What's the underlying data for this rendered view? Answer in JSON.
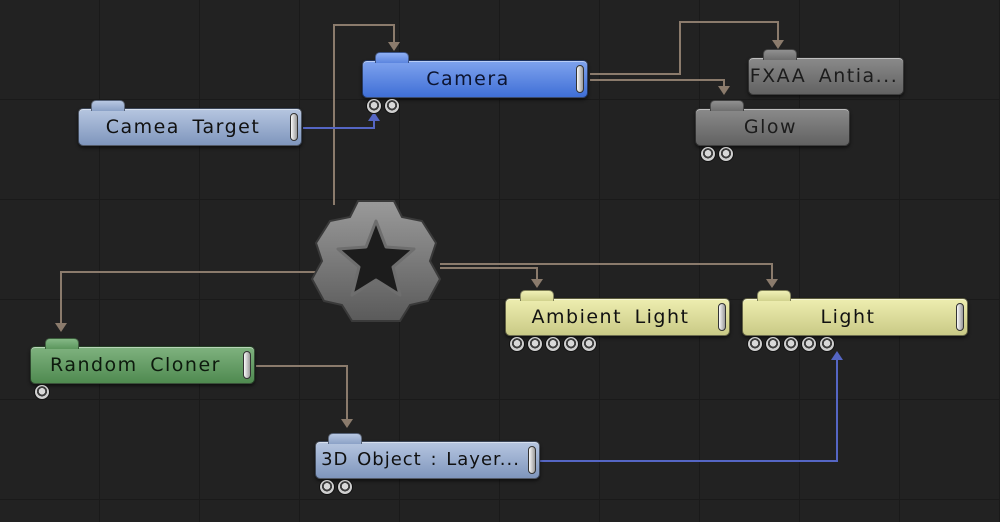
{
  "nodes": {
    "camera": {
      "label": "Camera",
      "port_count": 2
    },
    "camera_target": {
      "label": "Camea  Target"
    },
    "fxaa": {
      "label": "FXAA  Antia..."
    },
    "glow": {
      "label": "Glow",
      "port_count": 2
    },
    "ambient_light": {
      "label": "Ambient  Light",
      "port_count": 5
    },
    "light": {
      "label": "Light",
      "port_count": 5
    },
    "random_cloner": {
      "label": "Random  Cloner",
      "port_count": 1
    },
    "object_layer": {
      "label": "3D  Object  :  Layer...",
      "port_count": 2
    }
  },
  "root_node": {
    "icon": "star-gear-icon"
  },
  "colors": {
    "background": "#222222",
    "hierarchy_wire": "#8b7b6c",
    "link_wire": "#5566c4",
    "camera_node": "#4f7de0",
    "target_node": "#91a7cb",
    "effect_node": "#6e6e6e",
    "light_node": "#dcdca0",
    "cloner_node": "#5f9a60"
  }
}
